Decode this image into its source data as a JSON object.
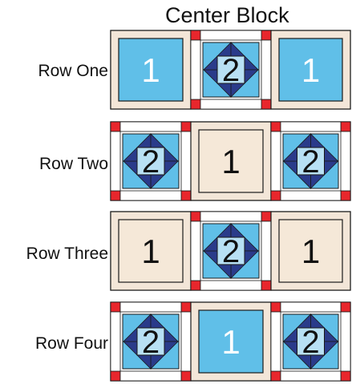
{
  "title": "Center Block",
  "rows": [
    {
      "label": "Row One",
      "blocks": [
        "1",
        "2",
        "1"
      ],
      "plain_fill": "blue"
    },
    {
      "label": "Row Two",
      "blocks": [
        "2",
        "1",
        "2"
      ],
      "plain_fill": "tan"
    },
    {
      "label": "Row Three",
      "blocks": [
        "1",
        "2",
        "1"
      ],
      "plain_fill": "tan"
    },
    {
      "label": "Row Four",
      "blocks": [
        "2",
        "1",
        "2"
      ],
      "plain_fill": "blue"
    }
  ],
  "colors": {
    "sashing": "#f3e6d8",
    "red": "#e8262c",
    "light_blue": "#60bfe8",
    "pale_blue": "#b8e0f4",
    "navy": "#2a3b8a",
    "tan": "#f5e8d8",
    "outline": "#1a1a1a",
    "num_on_blue": "#ffffff",
    "num_on_tan": "#111111"
  }
}
